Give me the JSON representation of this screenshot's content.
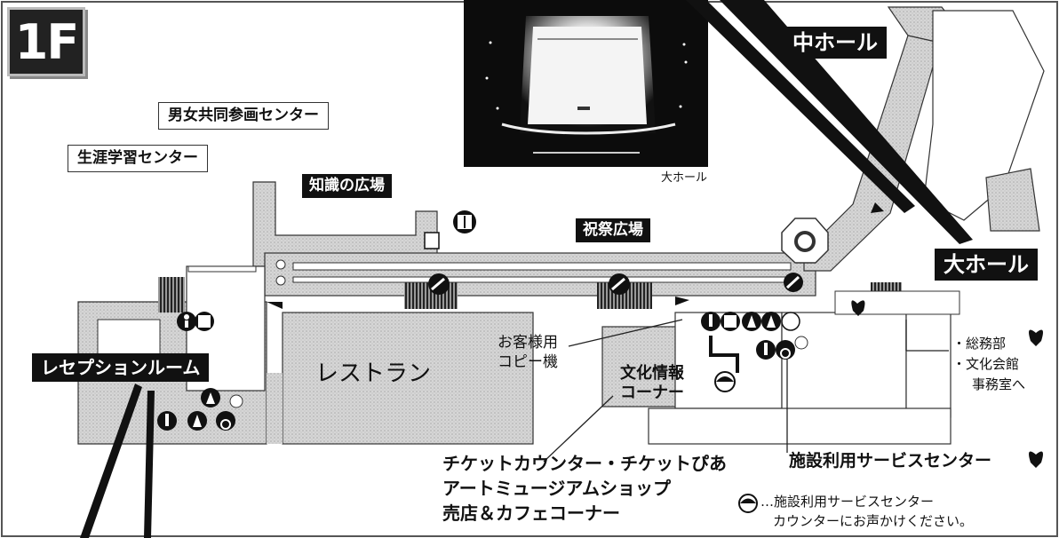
{
  "floor_label": "1F",
  "map_labels": {
    "danjo": "男女共同参画センター",
    "shogai": "生涯学習センター",
    "chishiki": "知識の広場",
    "daihall_small": "大ホール",
    "saisai": "祝祭広場",
    "naka_hall": "中ホール",
    "dai_hall": "大ホール",
    "reception": "レセプションルーム",
    "restaurant": "レストラン",
    "copy_line1": "お客様用",
    "copy_line2": "コピー機",
    "bunka_line1": "文化情報",
    "bunka_line2": "コーナー",
    "ticket_line1": "チケットカウンター・チケットぴあ",
    "ticket_line2": "アートミュージアムショップ",
    "ticket_line3": "売店＆カフェコーナー",
    "shisetsu": "施設利用サービスセンター",
    "soumu_line1": "・総務部",
    "soumu_line2": "・文化会館",
    "soumu_line3": "事務室へ",
    "note_line1": "…施設利用サービスセンター",
    "note_line2": "カウンターにお声かけください。"
  },
  "icons": [
    "elevator-icon",
    "elevator-icon",
    "elevator-icon",
    "elevator-icon",
    "escalator-icon",
    "escalator-icon",
    "escalator-icon",
    "escalator-icon",
    "mens-restroom-icon",
    "womens-restroom-icon",
    "wheelchair-icon",
    "baby-care-icon",
    "aed-icon",
    "counter-icon",
    "spiral-ramp-icon"
  ],
  "colors": {
    "floor_fill": "#cfcfcf",
    "ink": "#111111",
    "photo_bg": "#0c0c0c"
  }
}
